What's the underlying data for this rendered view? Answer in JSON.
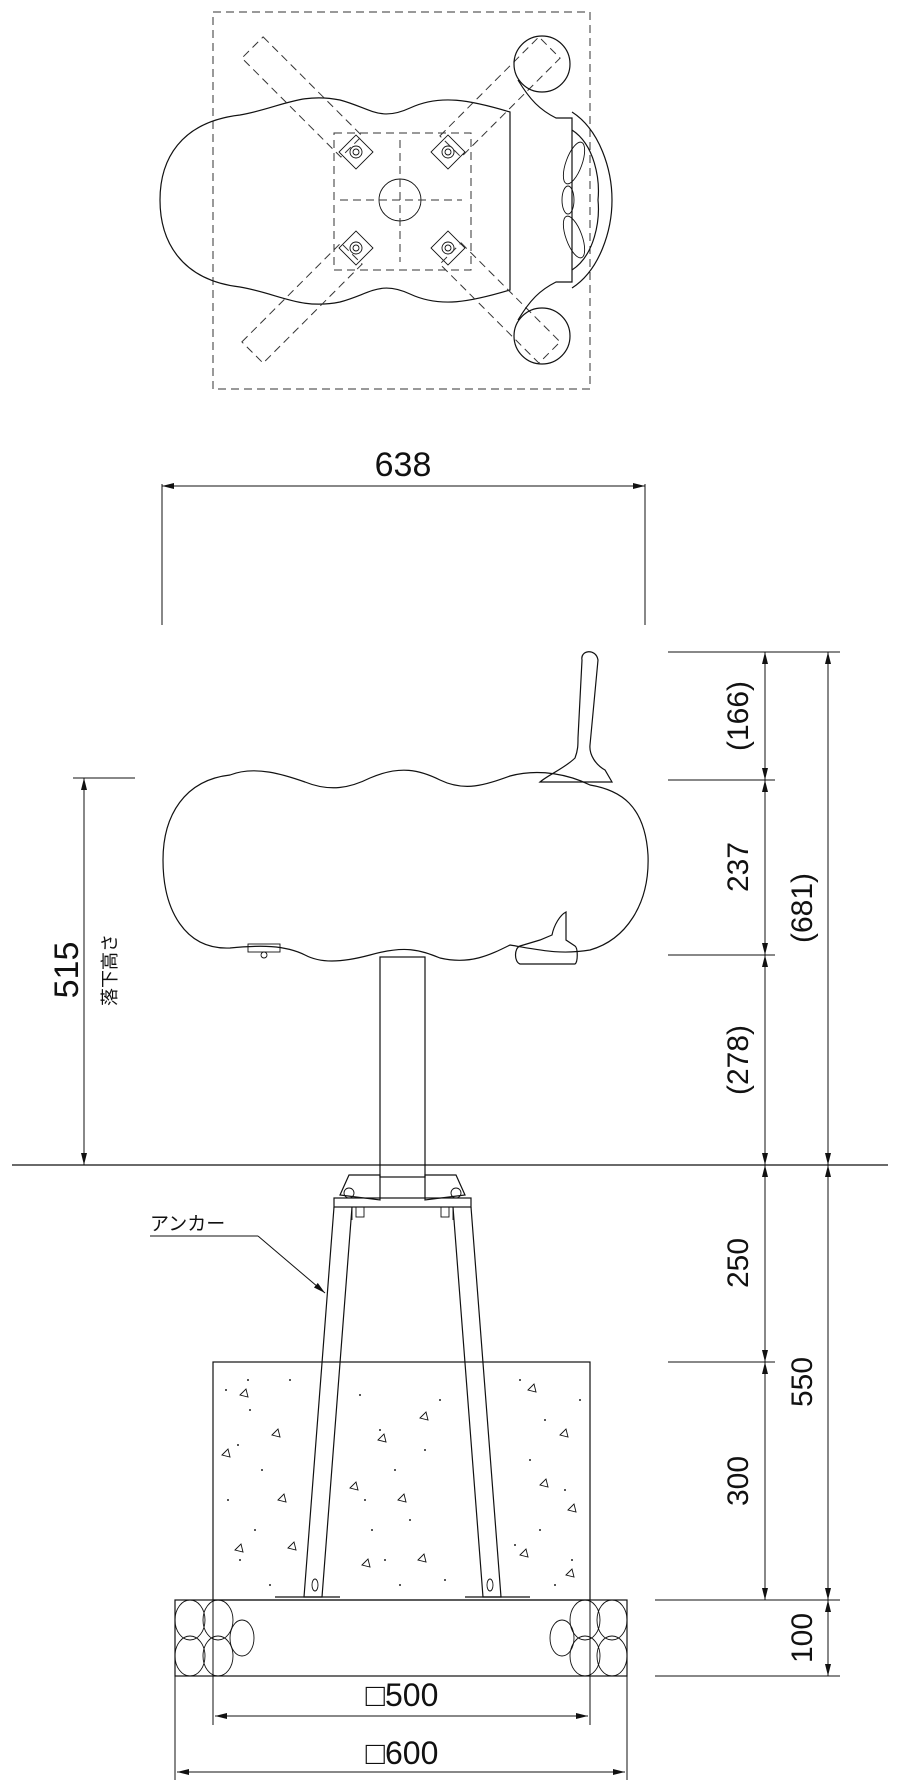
{
  "dimensions": {
    "width_top": "638",
    "seat_top_offset": "(166)",
    "seat_thickness": "237",
    "seat_underside": "(278)",
    "total_above_ground": "(681)",
    "fall_height_value": "515",
    "fall_height_label": "落下高さ",
    "anchor_to_footing": "250",
    "footing_depth": "300",
    "embed_total": "550",
    "base_thickness": "100",
    "footing_width": "□500",
    "base_width": "□600"
  },
  "labels": {
    "anchor": "アンカー"
  }
}
